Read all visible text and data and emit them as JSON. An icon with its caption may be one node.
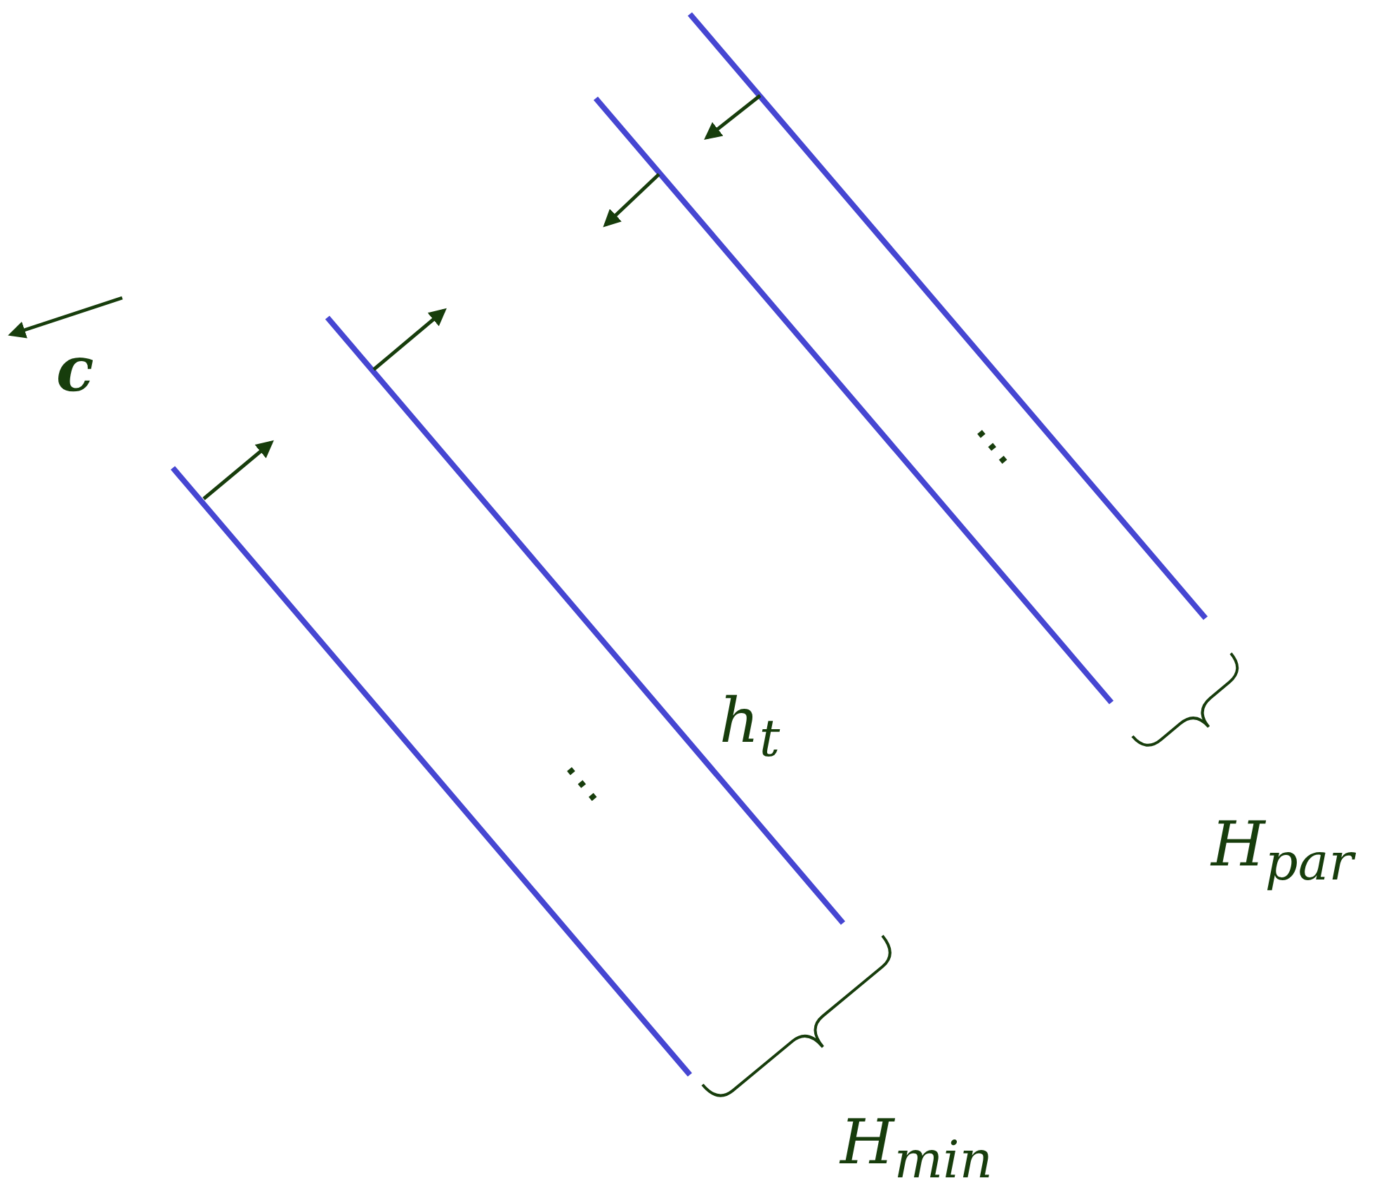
{
  "diagram": {
    "labels": [
      "c",
      "⋯",
      "h$_{t}$",
      "⋯",
      "H$_{par}$",
      "H$_{min}$"
    ]
  }
}
